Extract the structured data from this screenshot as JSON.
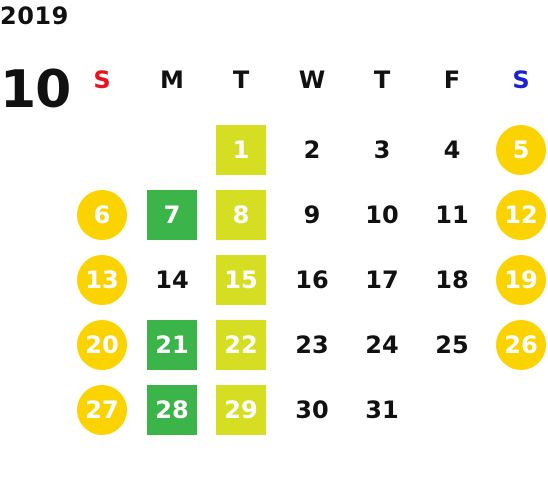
{
  "calendar": {
    "year": "2019",
    "month": "10",
    "weekdays": [
      {
        "label": "S",
        "color": "#e8141b"
      },
      {
        "label": "M",
        "color": "#111111"
      },
      {
        "label": "T",
        "color": "#111111"
      },
      {
        "label": "W",
        "color": "#111111"
      },
      {
        "label": "T",
        "color": "#111111"
      },
      {
        "label": "F",
        "color": "#111111"
      },
      {
        "label": "S",
        "color": "#1a21d9"
      }
    ],
    "first_weekday_index": 2,
    "days": [
      {
        "label": "1",
        "style": "lime"
      },
      {
        "label": "2",
        "style": "plain"
      },
      {
        "label": "3",
        "style": "plain"
      },
      {
        "label": "4",
        "style": "plain"
      },
      {
        "label": "5",
        "style": "holiday"
      },
      {
        "label": "6",
        "style": "holiday"
      },
      {
        "label": "7",
        "style": "green"
      },
      {
        "label": "8",
        "style": "lime"
      },
      {
        "label": "9",
        "style": "plain"
      },
      {
        "label": "10",
        "style": "plain"
      },
      {
        "label": "11",
        "style": "plain"
      },
      {
        "label": "12",
        "style": "holiday"
      },
      {
        "label": "13",
        "style": "holiday"
      },
      {
        "label": "14",
        "style": "plain"
      },
      {
        "label": "15",
        "style": "lime"
      },
      {
        "label": "16",
        "style": "plain"
      },
      {
        "label": "17",
        "style": "plain"
      },
      {
        "label": "18",
        "style": "plain"
      },
      {
        "label": "19",
        "style": "holiday"
      },
      {
        "label": "20",
        "style": "holiday"
      },
      {
        "label": "21",
        "style": "green"
      },
      {
        "label": "22",
        "style": "lime"
      },
      {
        "label": "23",
        "style": "plain"
      },
      {
        "label": "24",
        "style": "plain"
      },
      {
        "label": "25",
        "style": "plain"
      },
      {
        "label": "26",
        "style": "holiday"
      },
      {
        "label": "27",
        "style": "holiday"
      },
      {
        "label": "28",
        "style": "green"
      },
      {
        "label": "29",
        "style": "lime"
      },
      {
        "label": "30",
        "style": "plain"
      },
      {
        "label": "31",
        "style": "plain"
      }
    ],
    "colors": {
      "holiday": "#fbd300",
      "green": "#3bb44a",
      "lime": "#d5de23"
    }
  }
}
